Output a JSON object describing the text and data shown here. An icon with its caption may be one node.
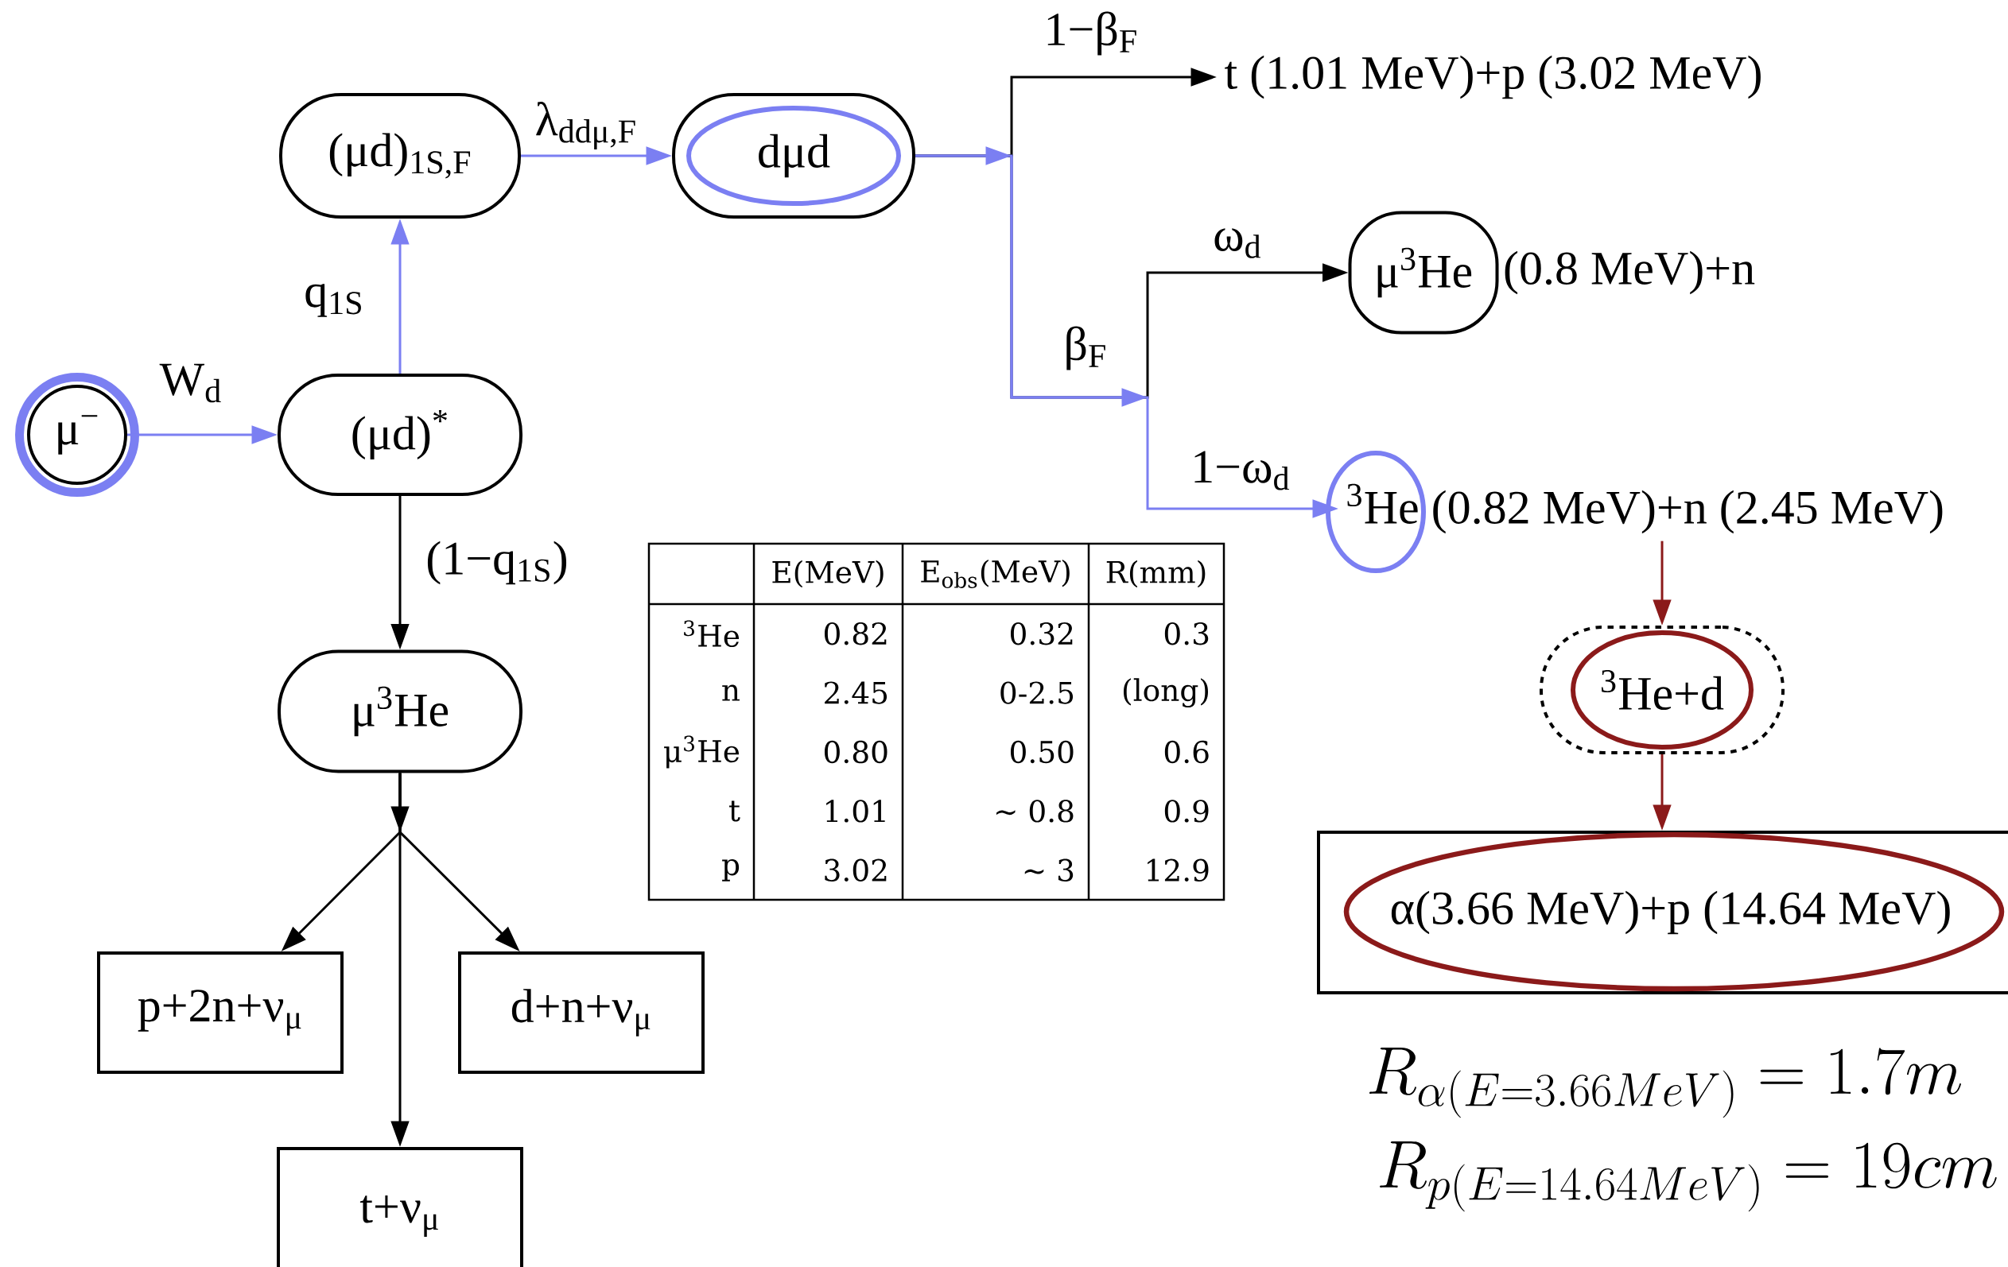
{
  "diagram": {
    "nodes": [
      {
        "text": [
          "μ$^{−}$"
        ]
      },
      {
        "text": [
          "(μd)$_{1S,F}$"
        ]
      },
      {
        "text": [
          "dμd"
        ]
      },
      {
        "text": [
          "(μd)$^{*}$"
        ]
      },
      {
        "text": [
          "μ$^{3}$He"
        ]
      },
      {
        "text": [
          "p+2n+ν$_{μ}$"
        ]
      },
      {
        "text": [
          "d+n+ν$_{μ}$"
        ]
      },
      {
        "text": [
          "t+ν$_{μ}$"
        ]
      },
      {
        "text": [
          "t (1.01 MeV)+p (3.02 MeV)"
        ]
      },
      {
        "text": [
          "μ$^{3}$He"
        ],
        "beside": [
          "(0.8 MeV)+n"
        ]
      },
      {
        "text": [
          "$^{3}$He (0.82 MeV)+n (2.45 MeV)"
        ]
      },
      {
        "text": [
          "$^{3}$He+d"
        ]
      },
      {
        "text": [
          "α(3.66 MeV)+p (14.64 MeV)"
        ]
      }
    ],
    "edges": [
      {
        "from": 0,
        "to": 3,
        "arrow": "to",
        "label": "W$_{d}$",
        "color": "#7b7ff2"
      },
      {
        "from": 3,
        "to": 1,
        "arrow": "to",
        "label": "q$_{1S}$",
        "color": "#7b7ff2"
      },
      {
        "from": 1,
        "to": 2,
        "arrow": "to",
        "label": "λ$_{ddμ,F}$",
        "color": "#7b7ff2"
      },
      {
        "from": 3,
        "to": 4,
        "arrow": "to",
        "label": "(1−q$_{1S}$)"
      },
      {
        "from": 4,
        "to": 5,
        "arrow": "to"
      },
      {
        "from": 4,
        "to": 7,
        "arrow": "to"
      },
      {
        "from": 4,
        "to": 6,
        "arrow": "to"
      },
      {
        "from": 2,
        "to": 8,
        "arrow": "to",
        "label": "1−β$_{F}$"
      },
      {
        "from": 2,
        "to": 9,
        "arrow": "to",
        "label": "ω$_{d}$"
      },
      {
        "from": 2,
        "to": 10,
        "arrow": "to",
        "label": "1−ω$_{d}$",
        "color": "#7b7ff2"
      },
      {
        "from": 10,
        "to": 11,
        "arrow": "to",
        "color": "#8b1a1a"
      },
      {
        "from": 11,
        "to": 12,
        "arrow": "to",
        "color": "#8b1a1a"
      }
    ],
    "labels": [
      "β$_{F}$",
      "E(MeV)",
      "E$_{obs}$(MeV)",
      "R(mm)",
      "$^{3}$He",
      "0.82",
      "0.32",
      "0.3",
      "n",
      "2.45",
      "0-2.5",
      "(long)",
      "μ$^{3}$He",
      "0.80",
      "0.50",
      "0.6",
      "t",
      "1.01",
      "∼ 0.8",
      "0.9",
      "p",
      "3.02",
      "∼ 3",
      "12.9",
      "R_{\\alpha(E=3.66MeV)} = 1.7m",
      "R_{p(E=14.64MeV)} = 19cm"
    ]
  }
}
